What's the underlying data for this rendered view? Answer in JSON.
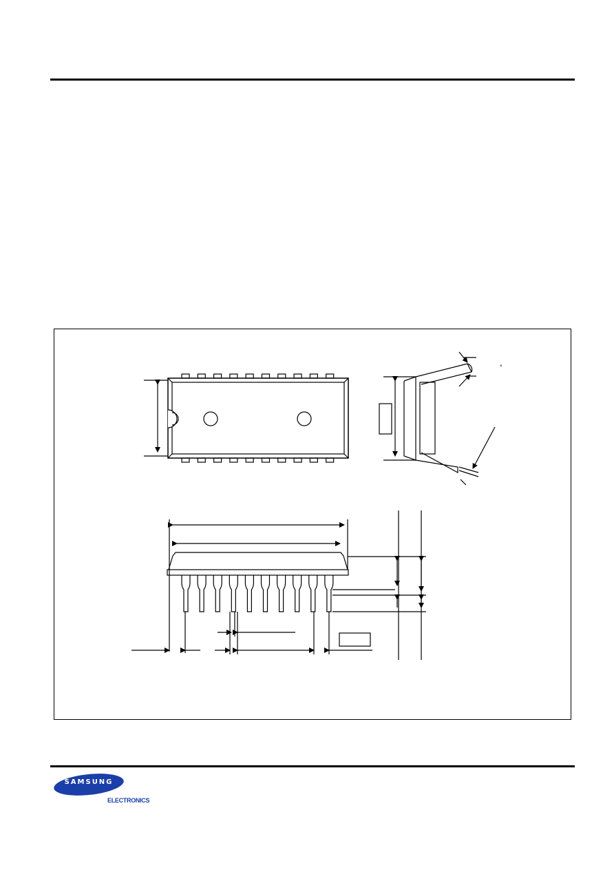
{
  "logo": {
    "brand": "SAMSUNG",
    "division": "ELECTRONICS",
    "colors": {
      "primary": "#1b3fa8",
      "text": "#ffffff"
    }
  },
  "drawing": {
    "pin_count_per_side": 10,
    "mark_symbol": "°"
  }
}
